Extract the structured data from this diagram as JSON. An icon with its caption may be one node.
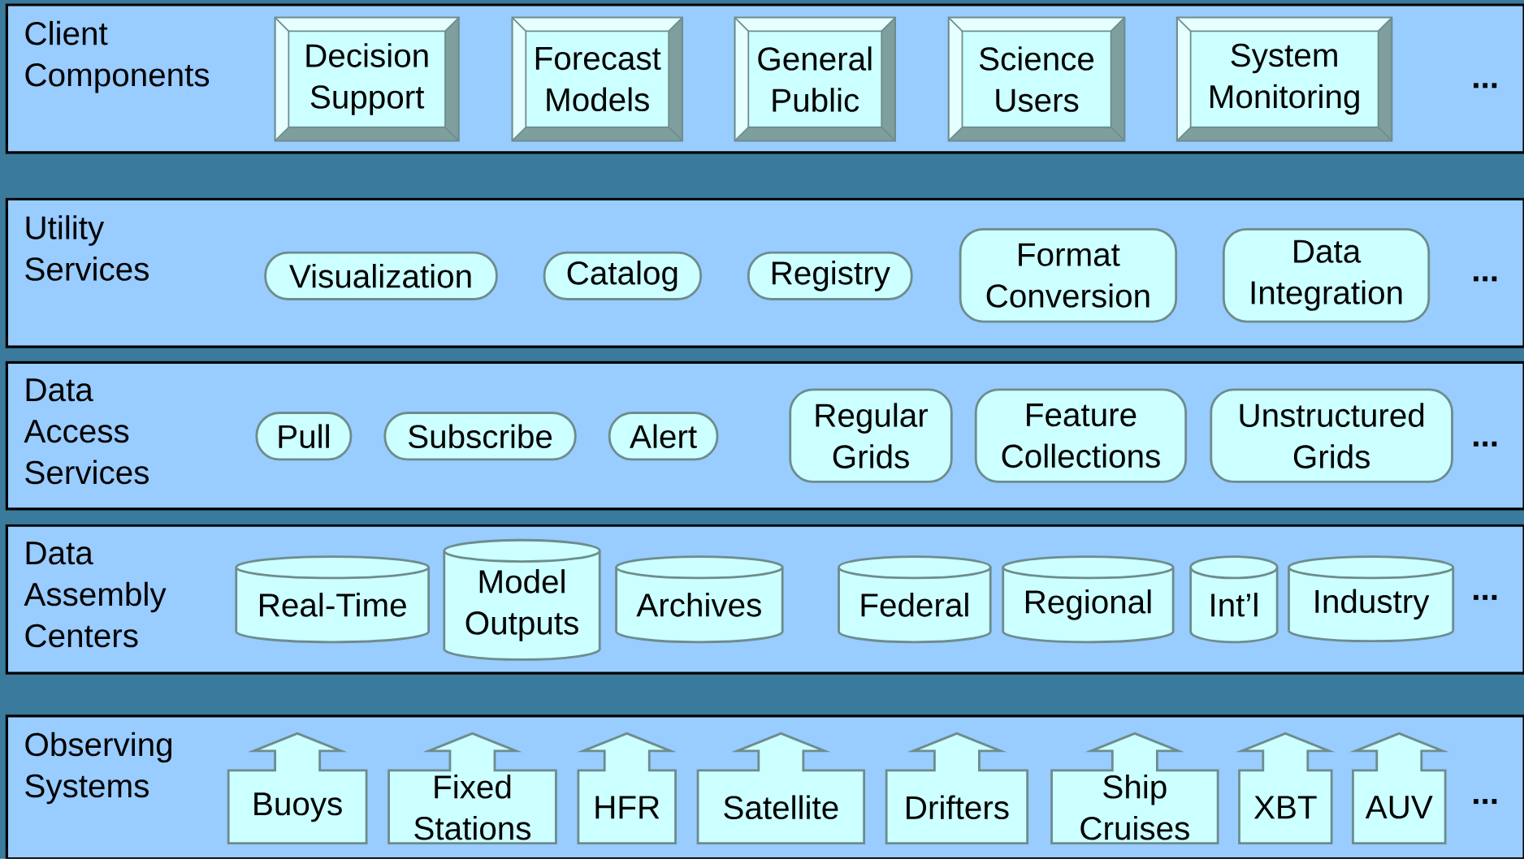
{
  "diagram": {
    "nodes": [
      {
        "text": [
          "Client Components"
        ]
      },
      {
        "text": [
          "Decision Support"
        ],
        "in": 0
      },
      {
        "text": [
          "Forecast Models"
        ],
        "in": 0
      },
      {
        "text": [
          "General Public"
        ],
        "in": 0
      },
      {
        "text": [
          "Science Users"
        ],
        "in": 0
      },
      {
        "text": [
          "System Monitoring"
        ],
        "in": 0
      },
      {
        "text": [
          "Utility Services"
        ]
      },
      {
        "text": [
          "Visualization"
        ],
        "in": 6
      },
      {
        "text": [
          "Catalog"
        ],
        "in": 6
      },
      {
        "text": [
          "Registry"
        ],
        "in": 6
      },
      {
        "text": [
          "Format Conversion"
        ],
        "in": 6
      },
      {
        "text": [
          "Data Integration"
        ],
        "in": 6
      },
      {
        "text": [
          "Data Access Services"
        ]
      },
      {
        "text": [
          "Pull"
        ],
        "in": 12
      },
      {
        "text": [
          "Subscribe"
        ],
        "in": 12
      },
      {
        "text": [
          "Alert"
        ],
        "in": 12
      },
      {
        "text": [
          "Regular Grids"
        ],
        "in": 12
      },
      {
        "text": [
          "Feature Collections"
        ],
        "in": 12
      },
      {
        "text": [
          "Unstructured Grids"
        ],
        "in": 12
      },
      {
        "text": [
          "Data Assembly Centers"
        ]
      },
      {
        "text": [
          "Real-Time"
        ],
        "in": 19
      },
      {
        "text": [
          "Model Outputs"
        ],
        "in": 19
      },
      {
        "text": [
          "Archives"
        ],
        "in": 19
      },
      {
        "text": [
          "Federal"
        ],
        "in": 19
      },
      {
        "text": [
          "Regional"
        ],
        "in": 19
      },
      {
        "text": [
          "Int’l"
        ],
        "in": 19
      },
      {
        "text": [
          "Industry"
        ],
        "in": 19
      },
      {
        "text": [
          "Observing Systems"
        ]
      },
      {
        "text": [
          "Buoys"
        ],
        "in": 27
      },
      {
        "text": [
          "Fixed Stations"
        ],
        "in": 27
      },
      {
        "text": [
          "HFR"
        ],
        "in": 27
      },
      {
        "text": [
          "Satellite"
        ],
        "in": 27
      },
      {
        "text": [
          "Drifters"
        ],
        "in": 27
      },
      {
        "text": [
          "Ship Cruises"
        ],
        "in": 27
      },
      {
        "text": [
          "XBT"
        ],
        "in": 27
      },
      {
        "text": [
          "AUV"
        ],
        "in": 27
      }
    ],
    "labels": [
      "...",
      "...",
      "...",
      "...",
      "..."
    ]
  }
}
